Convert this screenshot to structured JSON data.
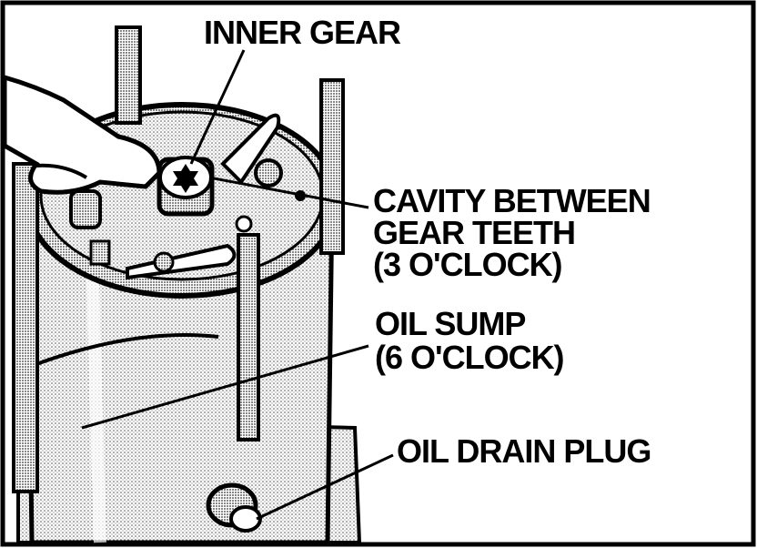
{
  "diagram": {
    "labels": {
      "inner_gear": "INNER GEAR",
      "cavity_line1": "CAVITY BETWEEN",
      "cavity_line2": "GEAR TEETH",
      "cavity_line3": "(3 O'CLOCK)",
      "oil_sump_line1": "OIL SUMP",
      "oil_sump_line2": "(6 O'CLOCK)",
      "oil_drain_plug": "OIL DRAIN PLUG"
    },
    "colors": {
      "ink": "#000000",
      "paper": "#ffffff",
      "shade": "#c8c8c8"
    }
  }
}
